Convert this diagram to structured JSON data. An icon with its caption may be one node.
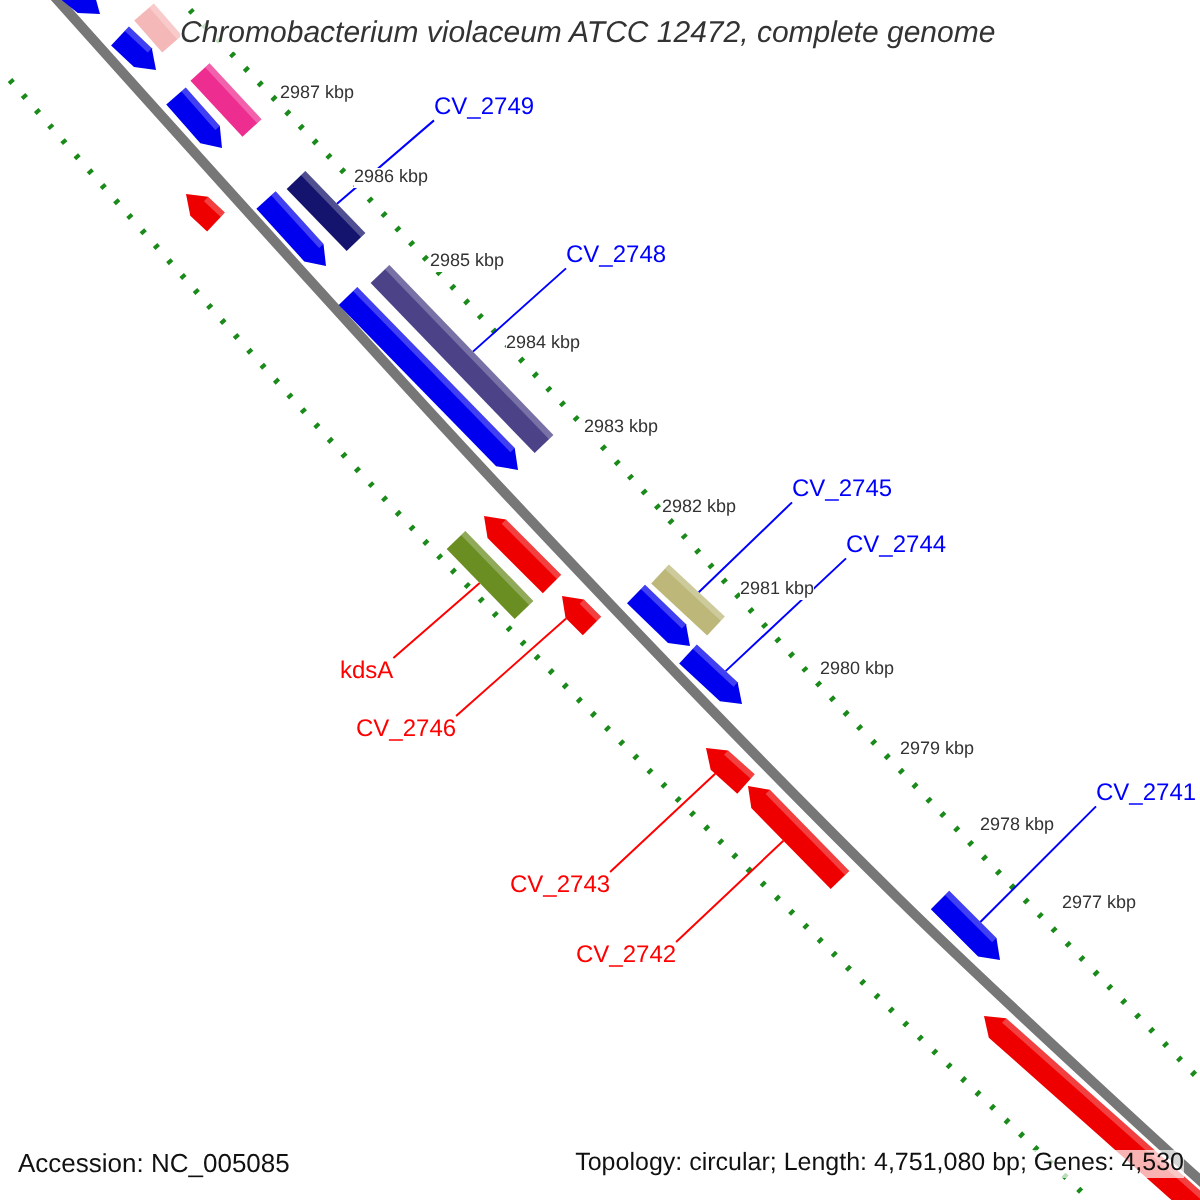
{
  "diagram": {
    "title": "Chromobacterium violaceum ATCC 12472, complete genome",
    "nodes": [
      {
        "text": [
          "CV_2749"
        ]
      },
      {
        "text": [],
        "shape": "bar"
      },
      {
        "text": [
          "CV_2748"
        ]
      },
      {
        "text": [],
        "shape": "bar"
      },
      {
        "text": [
          "CV_2745"
        ]
      },
      {
        "text": [],
        "shape": "bar"
      },
      {
        "text": [
          "CV_2744"
        ]
      },
      {
        "text": [],
        "shape": "arrow"
      },
      {
        "text": [
          "CV_2741"
        ]
      },
      {
        "text": [],
        "shape": "arrow"
      },
      {
        "text": [
          "kdsA"
        ]
      },
      {
        "text": [],
        "shape": "bar"
      },
      {
        "text": [
          "CV_2746"
        ]
      },
      {
        "text": [],
        "shape": "arrow"
      },
      {
        "text": [
          "CV_2743"
        ]
      },
      {
        "text": [],
        "shape": "arrow"
      },
      {
        "text": [
          "CV_2742"
        ]
      },
      {
        "text": [],
        "shape": "arrow"
      },
      {
        "text": [],
        "shape": "arrow"
      },
      {
        "text": [],
        "shape": "bar"
      },
      {
        "text": [],
        "shape": "arrow"
      },
      {
        "text": [],
        "shape": "bar"
      },
      {
        "text": [],
        "shape": "arrow"
      },
      {
        "text": [],
        "shape": "arrow"
      },
      {
        "text": [],
        "shape": "arrow"
      },
      {
        "text": [],
        "shape": "arrow"
      },
      {
        "text": [],
        "shape": "arrow"
      },
      {
        "text": [],
        "shape": "arrow"
      },
      {
        "text": [],
        "shape": "arrow"
      }
    ],
    "edges": [
      {
        "from": 0,
        "to": 1,
        "arrow": "none"
      },
      {
        "from": 2,
        "to": 3,
        "arrow": "none"
      },
      {
        "from": 4,
        "to": 5,
        "arrow": "none"
      },
      {
        "from": 6,
        "to": 7,
        "arrow": "none"
      },
      {
        "from": 8,
        "to": 9,
        "arrow": "none"
      },
      {
        "from": 10,
        "to": 11,
        "arrow": "none",
        "color": "#ff0000"
      },
      {
        "from": 12,
        "to": 13,
        "arrow": "none",
        "color": "#ff0000"
      },
      {
        "from": 14,
        "to": 15,
        "arrow": "none",
        "color": "#ff0000"
      },
      {
        "from": 16,
        "to": 17,
        "arrow": "none",
        "color": "#ff0000"
      }
    ],
    "labels": [
      "2987 kbp",
      "2986 kbp",
      "2985 kbp",
      "2984 kbp",
      "2983 kbp",
      "2982 kbp",
      "2981 kbp",
      "2980 kbp",
      "2979 kbp",
      "2978 kbp",
      "2977 kbp",
      "Accession: NC_005085",
      "Topology: circular; Length: 4,751,080 bp; Genes: 4,530"
    ]
  }
}
